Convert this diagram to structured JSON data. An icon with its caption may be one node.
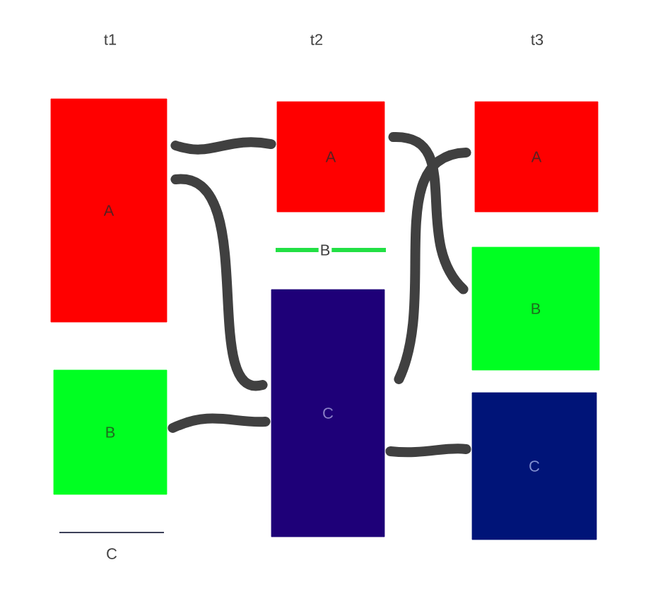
{
  "diagram": {
    "nodes": [
      {
        "text": [
          "A"
        ]
      },
      {
        "text": [
          "B"
        ]
      },
      {
        "text": [
          "C"
        ]
      },
      {
        "text": [
          "A"
        ]
      },
      {
        "text": [
          "B"
        ]
      },
      {
        "text": [
          "C"
        ]
      },
      {
        "text": [
          "A"
        ]
      },
      {
        "text": [
          "B"
        ]
      },
      {
        "text": [
          "C"
        ]
      }
    ],
    "edges": [
      {
        "from": 0,
        "to": 3,
        "arrow": "none"
      },
      {
        "from": 0,
        "to": 5,
        "arrow": "none"
      },
      {
        "from": 1,
        "to": 5,
        "arrow": "none"
      },
      {
        "from": 3,
        "to": 7,
        "arrow": "none"
      },
      {
        "from": 6,
        "to": 5,
        "arrow": "none"
      },
      {
        "from": 5,
        "to": 8,
        "arrow": "none"
      }
    ],
    "labels": [
      "t1",
      "t2",
      "t3"
    ]
  }
}
